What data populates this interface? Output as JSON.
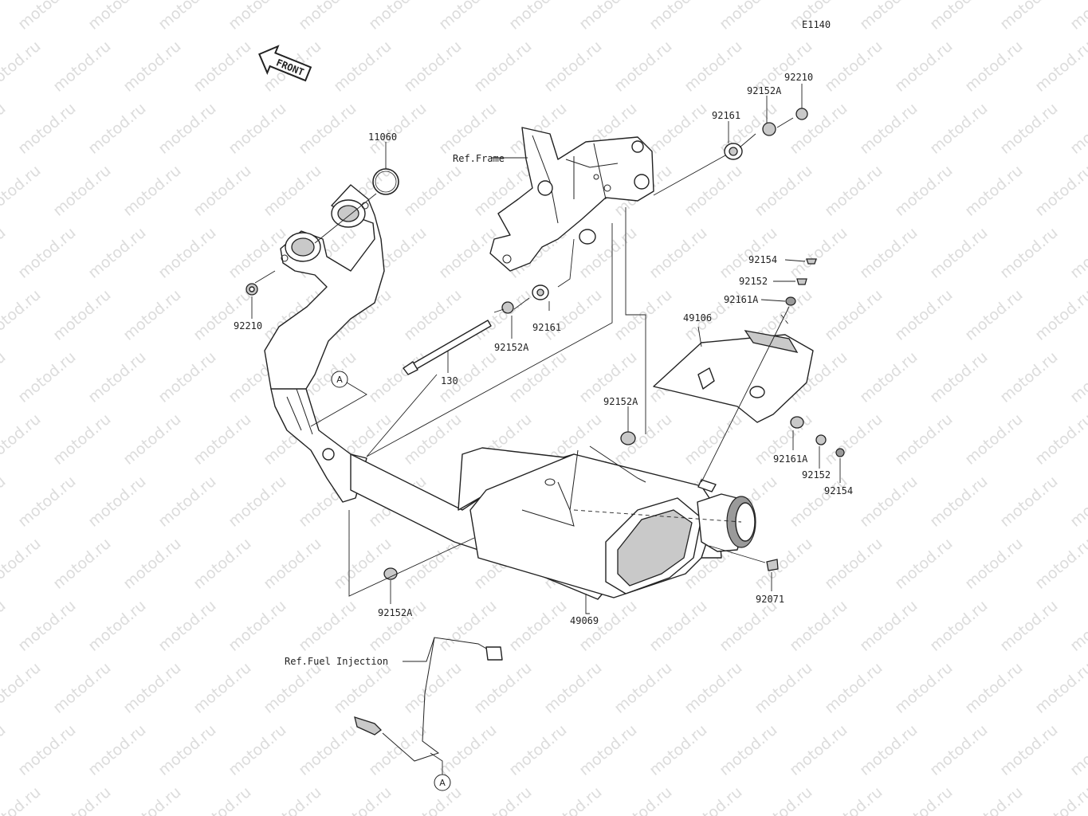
{
  "diagram": {
    "code": "E1140",
    "front_arrow": "FRONT",
    "watermark": "motod.ru",
    "labels": {
      "p11060": "11060",
      "ref_frame": "Ref.Frame",
      "p92210_top": "92210",
      "p92152A_top": "92152A",
      "p92161_top": "92161",
      "p92210_left": "92210",
      "p92161_mid": "92161",
      "p92152A_mid": "92152A",
      "p130": "130",
      "p92154_top": "92154",
      "p92152_top": "92152",
      "p92161A_top": "92161A",
      "p49106": "49106",
      "p92152A_right": "92152A",
      "p92161A_bot": "92161A",
      "p92152_bot": "92152",
      "p92154_bot": "92154",
      "p92071": "92071",
      "p92152A_bot": "92152A",
      "p49069": "49069",
      "ref_fuel": "Ref.Fuel Injection",
      "ref_a1": "A",
      "ref_a2": "A"
    }
  }
}
